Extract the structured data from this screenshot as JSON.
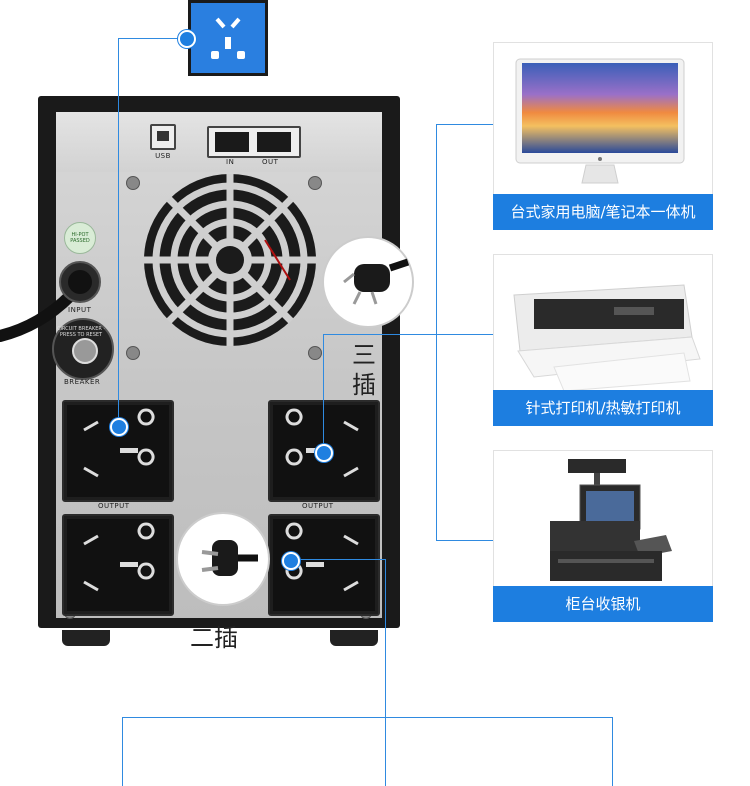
{
  "ups": {
    "usb_label": "USB",
    "in_label": "IN",
    "out_label": "OUT",
    "hipot_line1": "HI-POT",
    "hipot_line2": "PASSED",
    "input_label": "INPUT",
    "breaker_ring": "CIRCUIT BREAKER · PRESS TO RESET",
    "breaker_label": "BREAKER",
    "output_label_1": "OUTPUT",
    "output_label_2": "OUTPUT"
  },
  "labels": {
    "three_pin": "三插",
    "two_pin": "二插"
  },
  "devices": [
    {
      "caption": "台式家用电脑/笔记本一体机",
      "icon": "all-in-one-computer"
    },
    {
      "caption": "针式打印机/热敏打印机",
      "icon": "dot-matrix-printer"
    },
    {
      "caption": "柜台收银机",
      "icon": "cash-register-pos"
    }
  ],
  "colors": {
    "accent": "#1d7ee0",
    "line": "#2f8ae0",
    "ups_body": "#1a1a1a",
    "panel": "#c8c8c8"
  }
}
